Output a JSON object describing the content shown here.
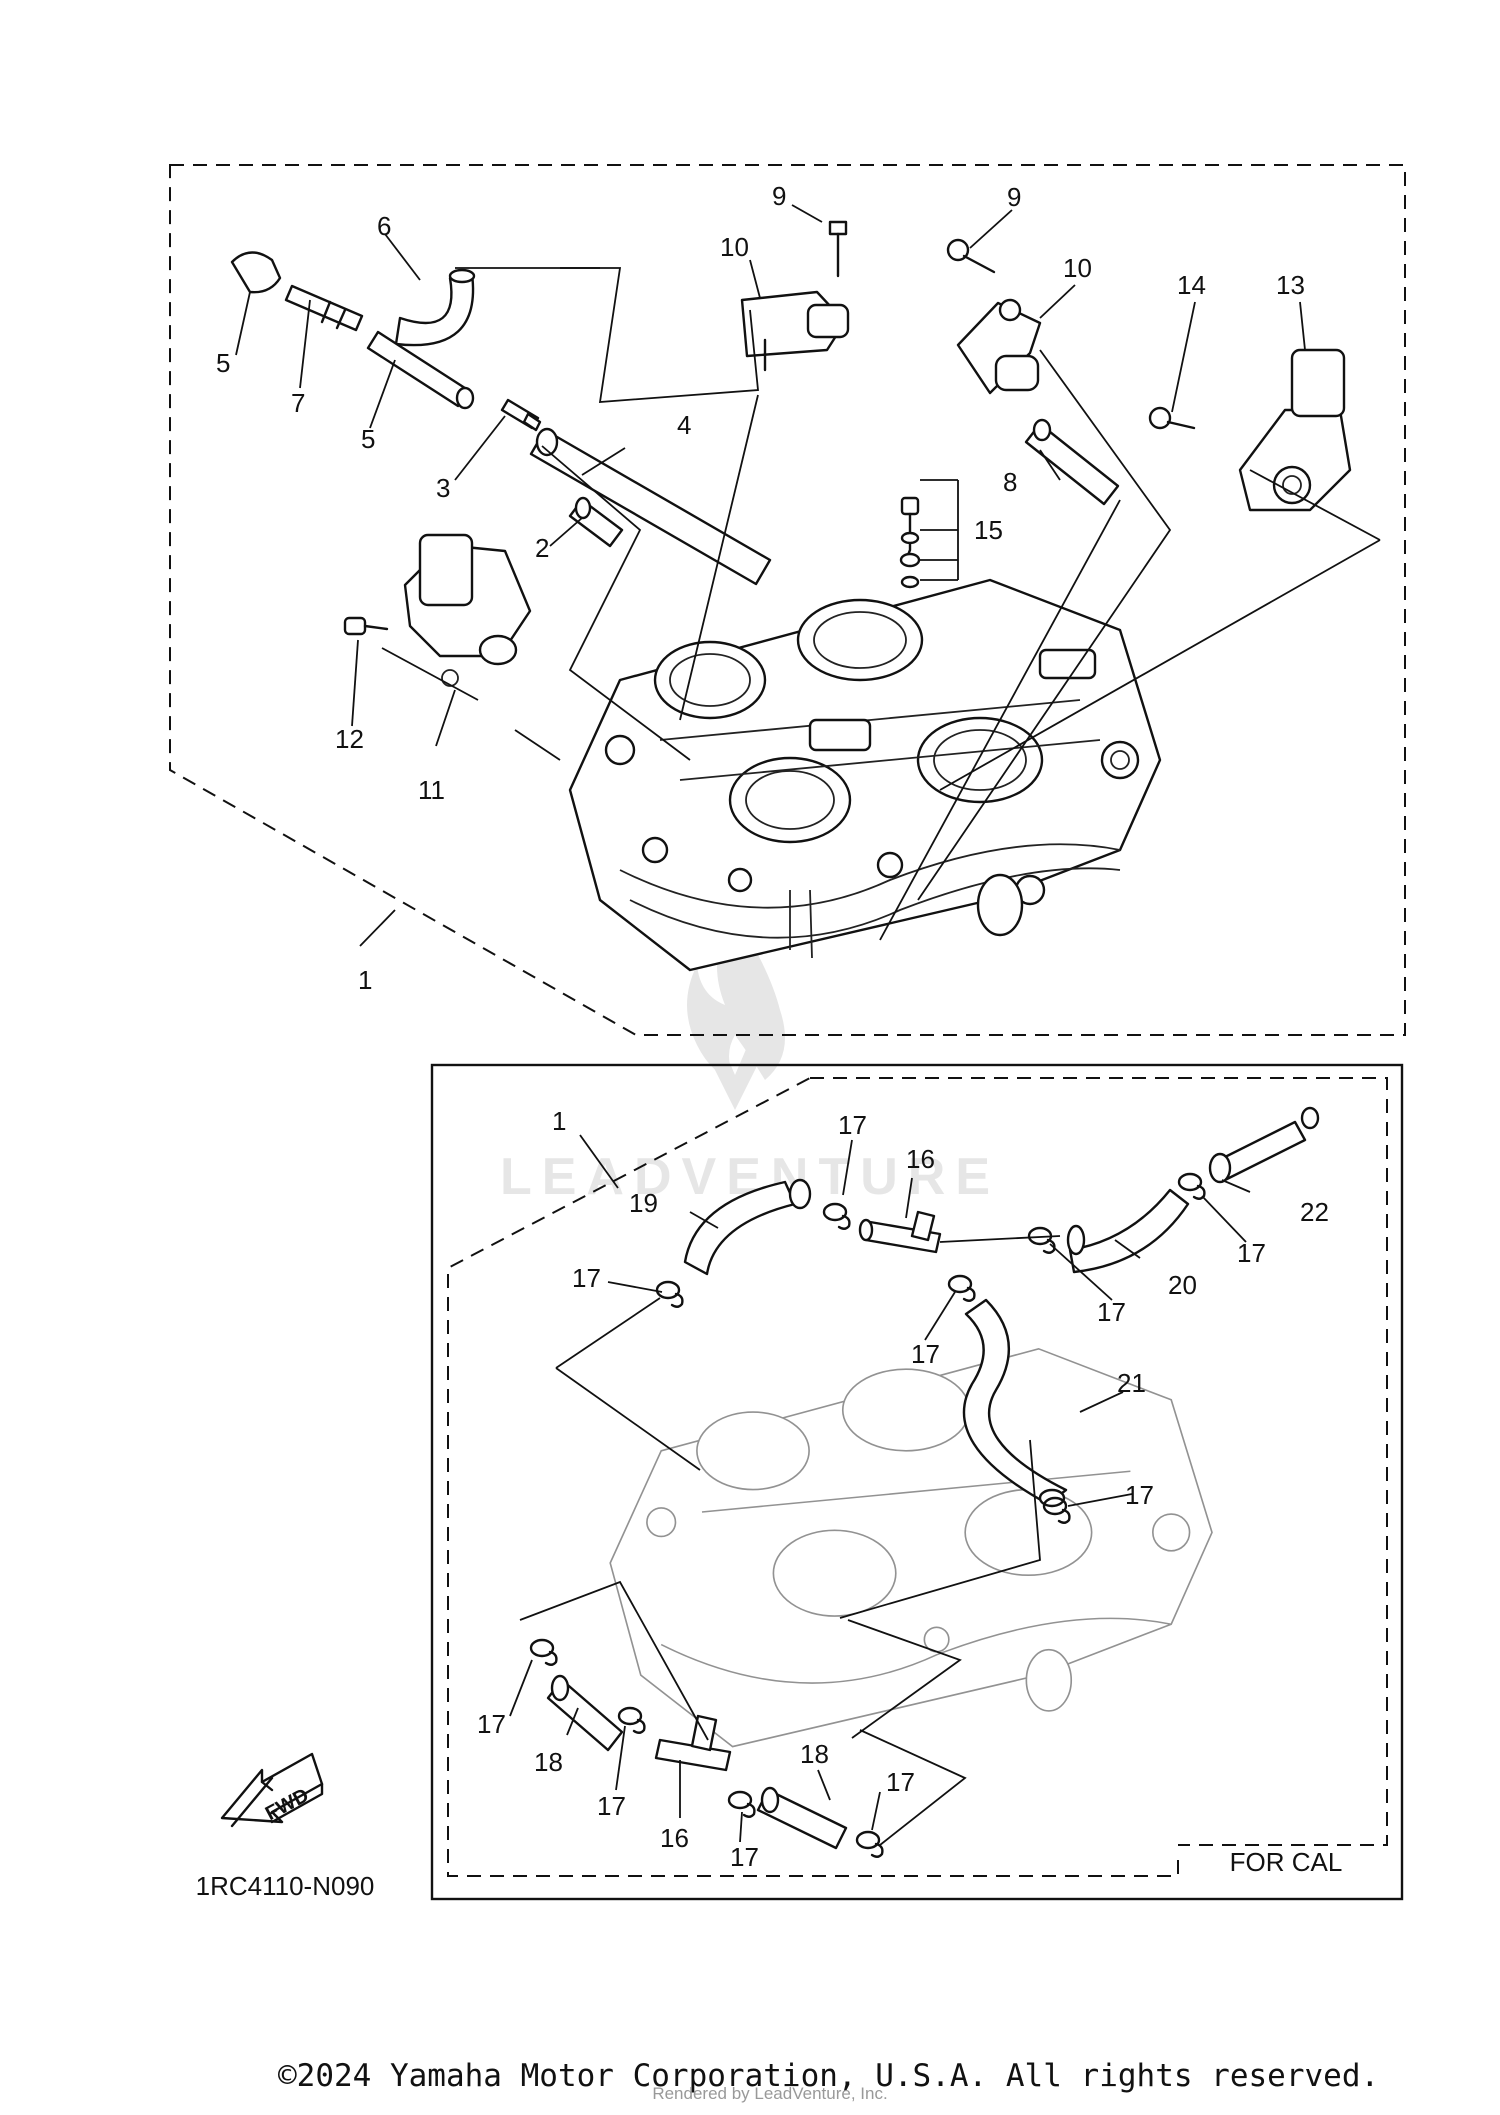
{
  "diagram": {
    "drawing_code": "1RC4110-N090",
    "fwd_label": "FWD",
    "variant_label": "FOR CAL",
    "watermark": "LEADVENTURE",
    "callouts_main": [
      "1",
      "2",
      "3",
      "4",
      "5",
      "5",
      "6",
      "7",
      "8",
      "9",
      "9",
      "10",
      "10",
      "11",
      "12",
      "13",
      "14",
      "15"
    ],
    "callouts_cal": [
      "1",
      "16",
      "16",
      "17",
      "17",
      "17",
      "17",
      "17",
      "17",
      "17",
      "17",
      "17",
      "17",
      "18",
      "18",
      "19",
      "20",
      "21",
      "22"
    ]
  },
  "footer": {
    "copyright": "©2024 Yamaha Motor Corporation, U.S.A. All rights reserved.",
    "rendered_by": "Rendered by LeadVenture, Inc."
  }
}
